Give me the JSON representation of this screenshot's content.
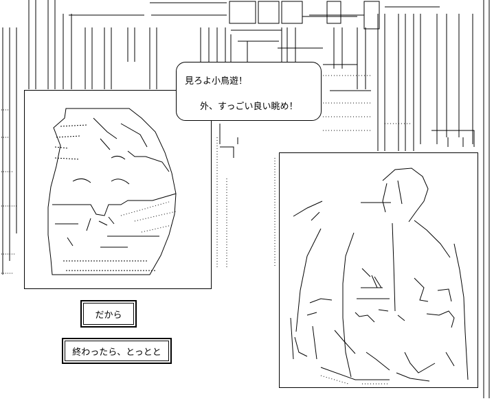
{
  "speech_bubble": {
    "line1": "見ろよ小鳥遊！",
    "line2": "外、すっごい良い眺め！"
  },
  "captions": {
    "dakara": "だから",
    "owattara": "終わったら、とっとと"
  }
}
